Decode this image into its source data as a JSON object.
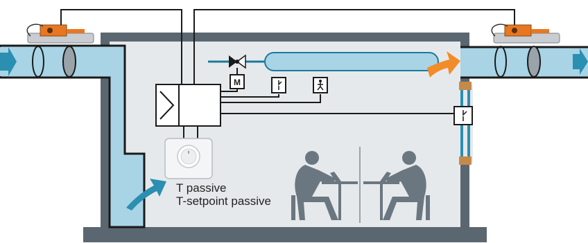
{
  "controls": {
    "motor_symbol": "M",
    "room_unit": {
      "line1": "T passive",
      "line2": "T-setpoint passive"
    }
  },
  "colors": {
    "duct_fill": "#a8d4e6",
    "room_fill": "#e6e9ec",
    "wall": "#5b6770",
    "water_pipe": "#1b7a9c",
    "actuator": "#e87722",
    "airflow_arrow": "#2a8fb0",
    "exhaust_arrow": "#f28c28"
  },
  "icons": [
    "inlet-arrow-icon",
    "outlet-arrow-icon",
    "damper-actuator-icon",
    "damper-icon",
    "valve-icon",
    "motor-icon",
    "window-contact-icon",
    "presence-detector-icon",
    "controller-icon",
    "room-thermostat-icon",
    "person-at-desk-icon"
  ]
}
